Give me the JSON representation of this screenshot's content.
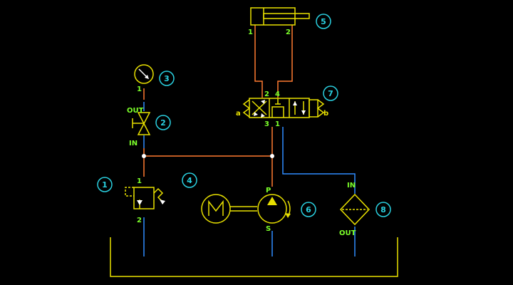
{
  "colors": {
    "background": "#000000",
    "symbol": "#e8e000",
    "label": "#7cff2a",
    "pressure_line": "#ff7a30",
    "return_line": "#2f8cff",
    "callout": "#2ad0e0",
    "junction": "#ffffff",
    "arrow": "#ffffff"
  },
  "callouts": [
    "1",
    "2",
    "3",
    "4",
    "5",
    "6",
    "7",
    "8"
  ],
  "components": {
    "relief_valve": {
      "callout": "1",
      "port_in": "1",
      "port_out": "2"
    },
    "shutoff_valve": {
      "callout": "2",
      "port_out": "OUT",
      "port_in": "IN"
    },
    "pressure_gauge": {
      "callout": "3",
      "port": "1"
    },
    "pressure_line": {
      "callout": "4"
    },
    "cylinder": {
      "callout": "5",
      "port_a": "1",
      "port_b": "2"
    },
    "pump": {
      "callout": "6",
      "port_pressure": "P",
      "port_suction": "S"
    },
    "directional_valve": {
      "callout": "7",
      "port_top_left": "2",
      "port_top_right": "4",
      "port_bottom_left": "3",
      "port_bottom_right": "1",
      "solenoid_left": "a",
      "solenoid_right": "b"
    },
    "filter": {
      "callout": "8",
      "port_in": "IN",
      "port_out": "OUT"
    },
    "motor": {
      "icon": "motor-m-icon"
    },
    "tank": {
      "icon": "tank-icon"
    }
  }
}
